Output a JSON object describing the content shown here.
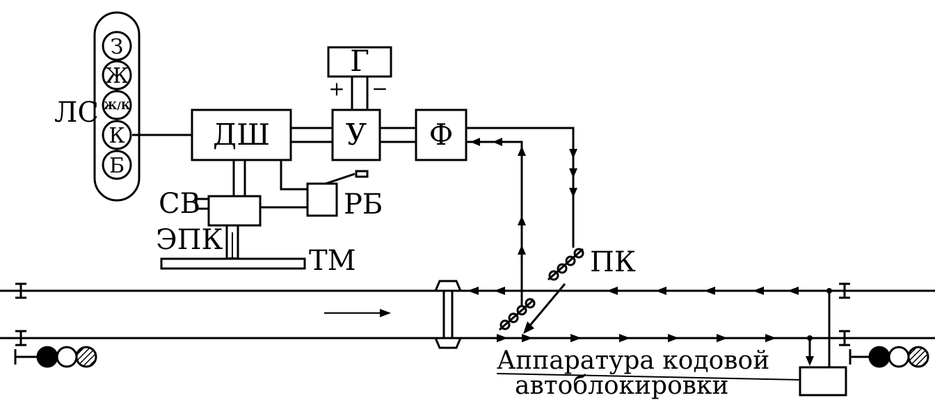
{
  "diagram": {
    "signal_lamps": [
      "З",
      "Ж",
      "Ж/К",
      "К",
      "Б"
    ],
    "labels": {
      "locomotive_signal": "ЛС",
      "decoder": "ДШ",
      "amplifier": "У",
      "generator": "Г",
      "filter": "Ф",
      "plus": "+",
      "minus": "−",
      "alert_button": "СВ",
      "vigilance_handle": "РБ",
      "brake_valve": "ЭПК",
      "brake_main": "ТМ",
      "receiver_coils": "ПК"
    },
    "apparatus_caption": [
      "Аппаратура кодовой",
      "автоблокировки"
    ],
    "colors": {
      "ink": "#000000",
      "paper": "#ffffff"
    }
  }
}
